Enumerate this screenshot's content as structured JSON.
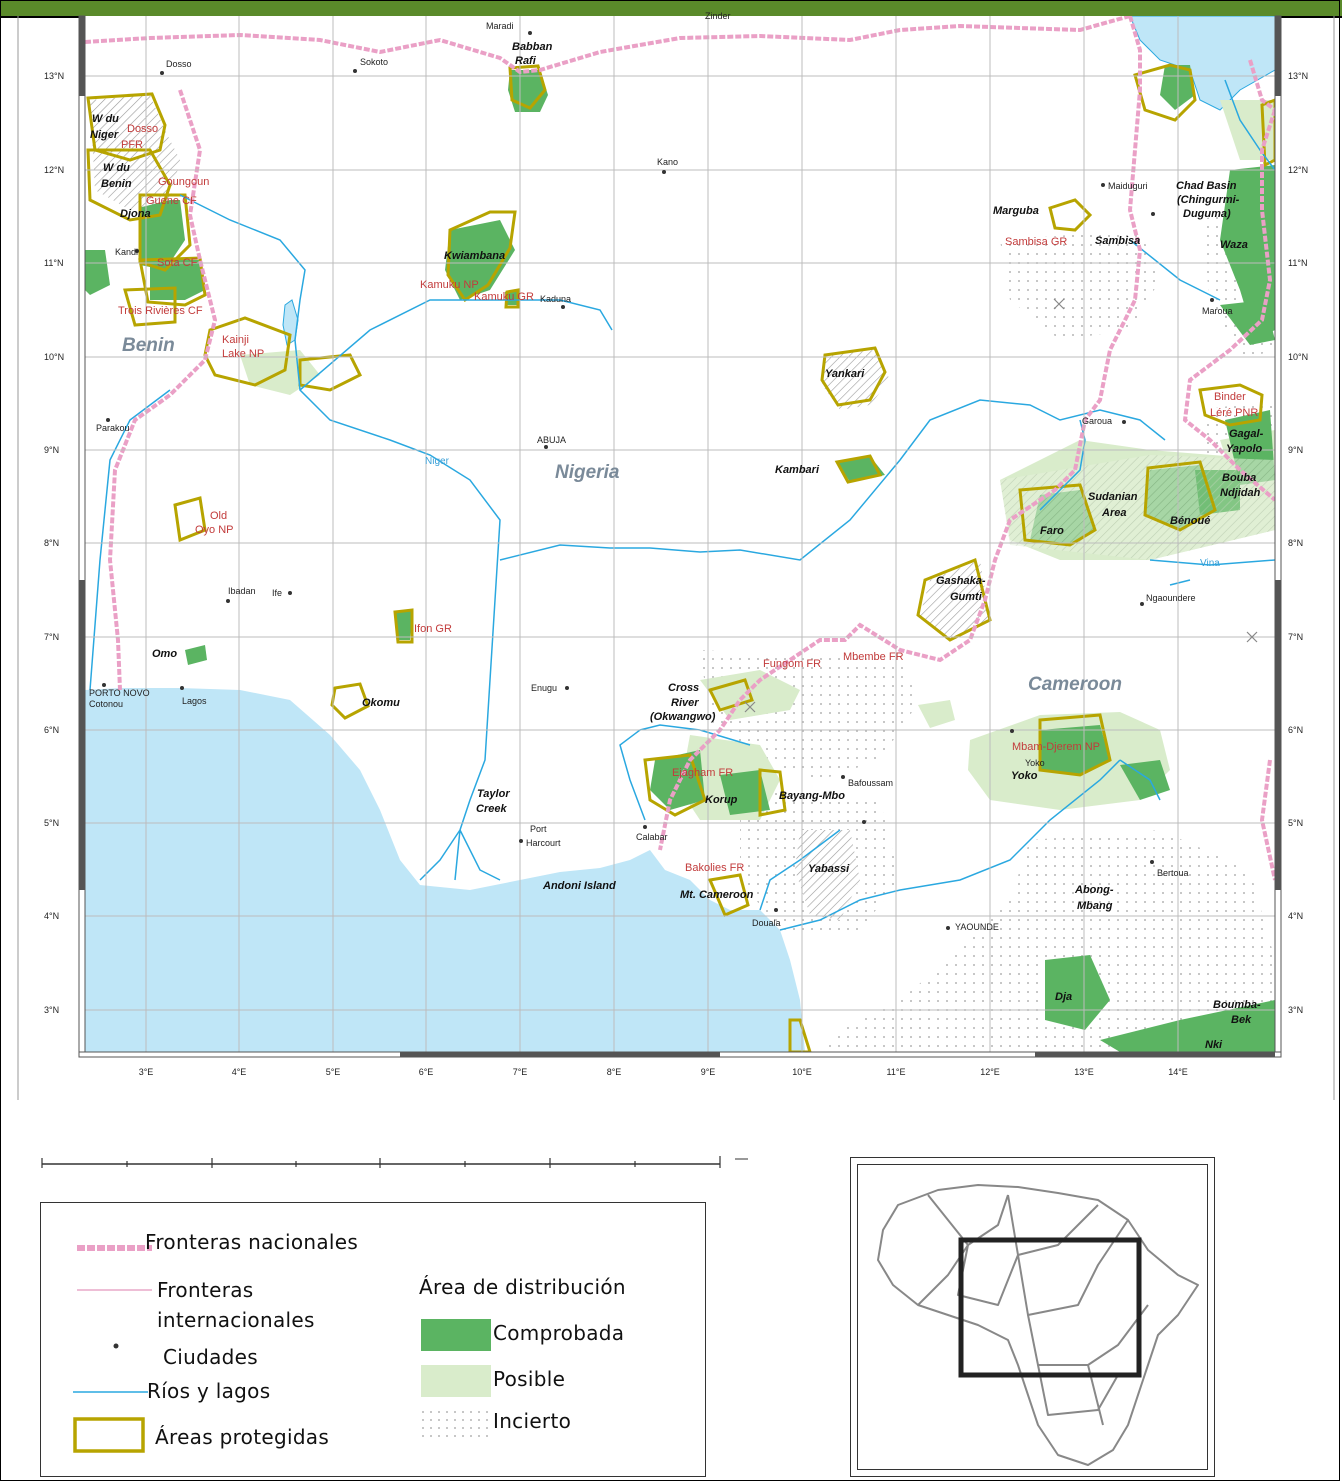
{
  "colors": {
    "sea": "#bfe6f7",
    "river": "#2aa8e0",
    "border_national": "#eaa0c6",
    "border_international": "#e9a9c8",
    "proven": "#5bb462",
    "possible": "#d9eccb",
    "protected_outline": "#b7a400"
  },
  "latitudes": [
    "13°N",
    "12°N",
    "11°N",
    "10°N",
    "9°N",
    "8°N",
    "7°N",
    "6°N",
    "5°N",
    "4°N",
    "3°N"
  ],
  "longitudes": [
    "3°E",
    "4°E",
    "5°E",
    "6°E",
    "7°E",
    "8°E",
    "9°E",
    "10°E",
    "11°E",
    "12°E",
    "13°E",
    "14°E"
  ],
  "countries": [
    "Benin",
    "Nigeria",
    "Cameroon"
  ],
  "rivers": [
    "Niger",
    "Vina"
  ],
  "protected_areas_bold": [
    "Babban",
    "Rafi",
    "W du",
    "Niger",
    "W du",
    "Benin",
    "Djona",
    "Kwiambana",
    "Yankari",
    "Kambari",
    "Marguba",
    "Sambisa",
    "Chad Basin",
    "(Chingurmi-",
    "Duguma)",
    "Waza",
    "Gagal-",
    "Yapolo",
    "Bouba",
    "Ndjidah",
    "Sudanian",
    "Area",
    "Faro",
    "Bénoué",
    "Gashaka-",
    "Gumti",
    "Omo",
    "Okomu",
    "Cross",
    "River",
    "(Okwangwo)",
    "Korup",
    "Bayang-Mbo",
    "Yoko",
    "Taylor",
    "Creek",
    "Andoni Island",
    "Mt. Cameroon",
    "Yabassi",
    "Abong-",
    "Mbang",
    "Dja",
    "Boumba-",
    "Bek",
    "Nki"
  ],
  "protected_areas_red": [
    "Dosso",
    "PFR",
    "Goungoun",
    "Guene CF",
    "Sota CF",
    "Trois Rivières CF",
    "Kainji",
    "Lake NP",
    "Kamuku NP",
    "Kamuku GR",
    "Sambisa GR",
    "Binder",
    "Léré PNR",
    "Old",
    "Oyo NP",
    "Ifon GR",
    "Fungom FR",
    "Mbembe FR",
    "Mbam-Djerem NP",
    "Ejagham FR",
    "Bakolies FR"
  ],
  "cities": [
    "Maradi",
    "Zinder",
    "Dosso",
    "Sokoto",
    "Kano",
    "Maiduguri",
    "Kandi",
    "Kaduna",
    "Maroua",
    "Parakou",
    "ABUJA",
    "Garoua",
    "Ibadan",
    "Ife",
    "Ngaoundere",
    "PORTO NOVO",
    "Cotonou",
    "Lagos",
    "Enugu",
    "Bafoussam",
    "Port",
    "Harcourt",
    "Calabar",
    "Douala",
    "YAOUNDE",
    "Bertoua",
    "Yoko"
  ],
  "legend": {
    "national_borders": "Fronteras nacionales",
    "international_borders_1": "Fronteras",
    "international_borders_2": "internacionales",
    "cities": "Ciudades",
    "rivers_lakes": "Ríos y lagos",
    "protected_areas": "Áreas protegidas",
    "distribution_title": "Área de distribución",
    "proven": "Comprobada",
    "possible": "Posible",
    "uncertain": "Incierto"
  }
}
